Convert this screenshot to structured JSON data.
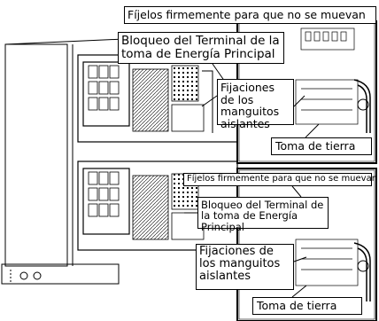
{
  "upper_unit": {
    "fix_firmly": "Fíjelos firmemente para que no se muevan",
    "main_power_terminal_block": "Bloqueo del Terminal de la toma de Energía Principal",
    "insulating_sleeve_fixings": "Fijaciones de los manguitos aislantes",
    "ground_connection": "Toma de tierra"
  },
  "lower_unit": {
    "fix_firmly": "Fíjelos firmemente para que no se muevan",
    "main_power_terminal_block": "Bloqueo del Terminal de la toma de Energía Principal",
    "insulating_sleeve_fixings": "Fijaciones de los manguitos aislantes",
    "ground_connection": "Toma de tierra"
  }
}
